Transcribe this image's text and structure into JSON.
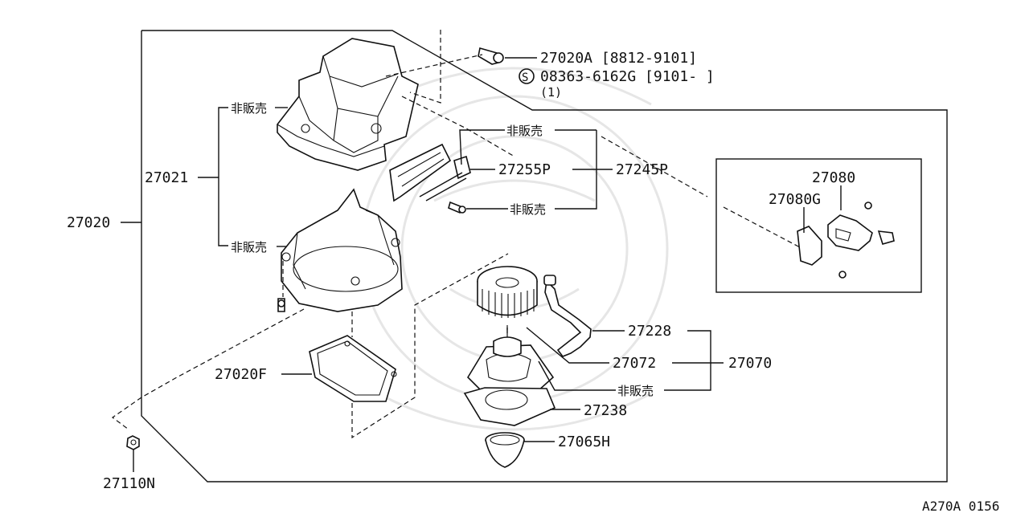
{
  "labels": {
    "p27020A": "27020A [8812-9101]",
    "p08363": "08363-6162G [9101-      ]",
    "p08363_qty": "(1)",
    "s_symbol": "S",
    "p27021": "27021",
    "p27020": "27020",
    "nfs_upper": "非販売",
    "nfs_lower": "非販売",
    "nfs_bracket_top": "非販売",
    "nfs_bracket_bottom": "非販売",
    "nfs_motor": "非販売",
    "p27255P": "27255P",
    "p27245P": "27245P",
    "p27080": "27080",
    "p27080G": "27080G",
    "p27228": "27228",
    "p27072": "27072",
    "p27070": "27070",
    "p27020F": "27020F",
    "p27238": "27238",
    "p27065H": "27065H",
    "p27110N": "27110N",
    "diagram_code": "A270A 0156"
  }
}
